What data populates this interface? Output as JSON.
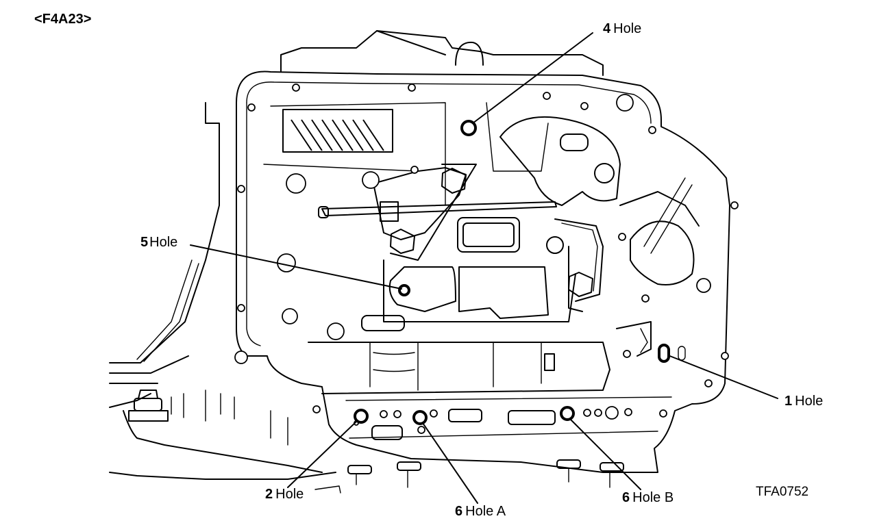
{
  "model_code": "<F4A23>",
  "figure_code": "TFA0752",
  "holes": [
    {
      "id": "hole-4",
      "number": "4",
      "text": "Hole"
    },
    {
      "id": "hole-5",
      "number": "5",
      "text": "Hole"
    },
    {
      "id": "hole-1",
      "number": "1",
      "text": "Hole"
    },
    {
      "id": "hole-2",
      "number": "2",
      "text": "Hole"
    },
    {
      "id": "hole-6a",
      "number": "6",
      "text": "Hole A"
    },
    {
      "id": "hole-6b",
      "number": "6",
      "text": "Hole B"
    }
  ]
}
